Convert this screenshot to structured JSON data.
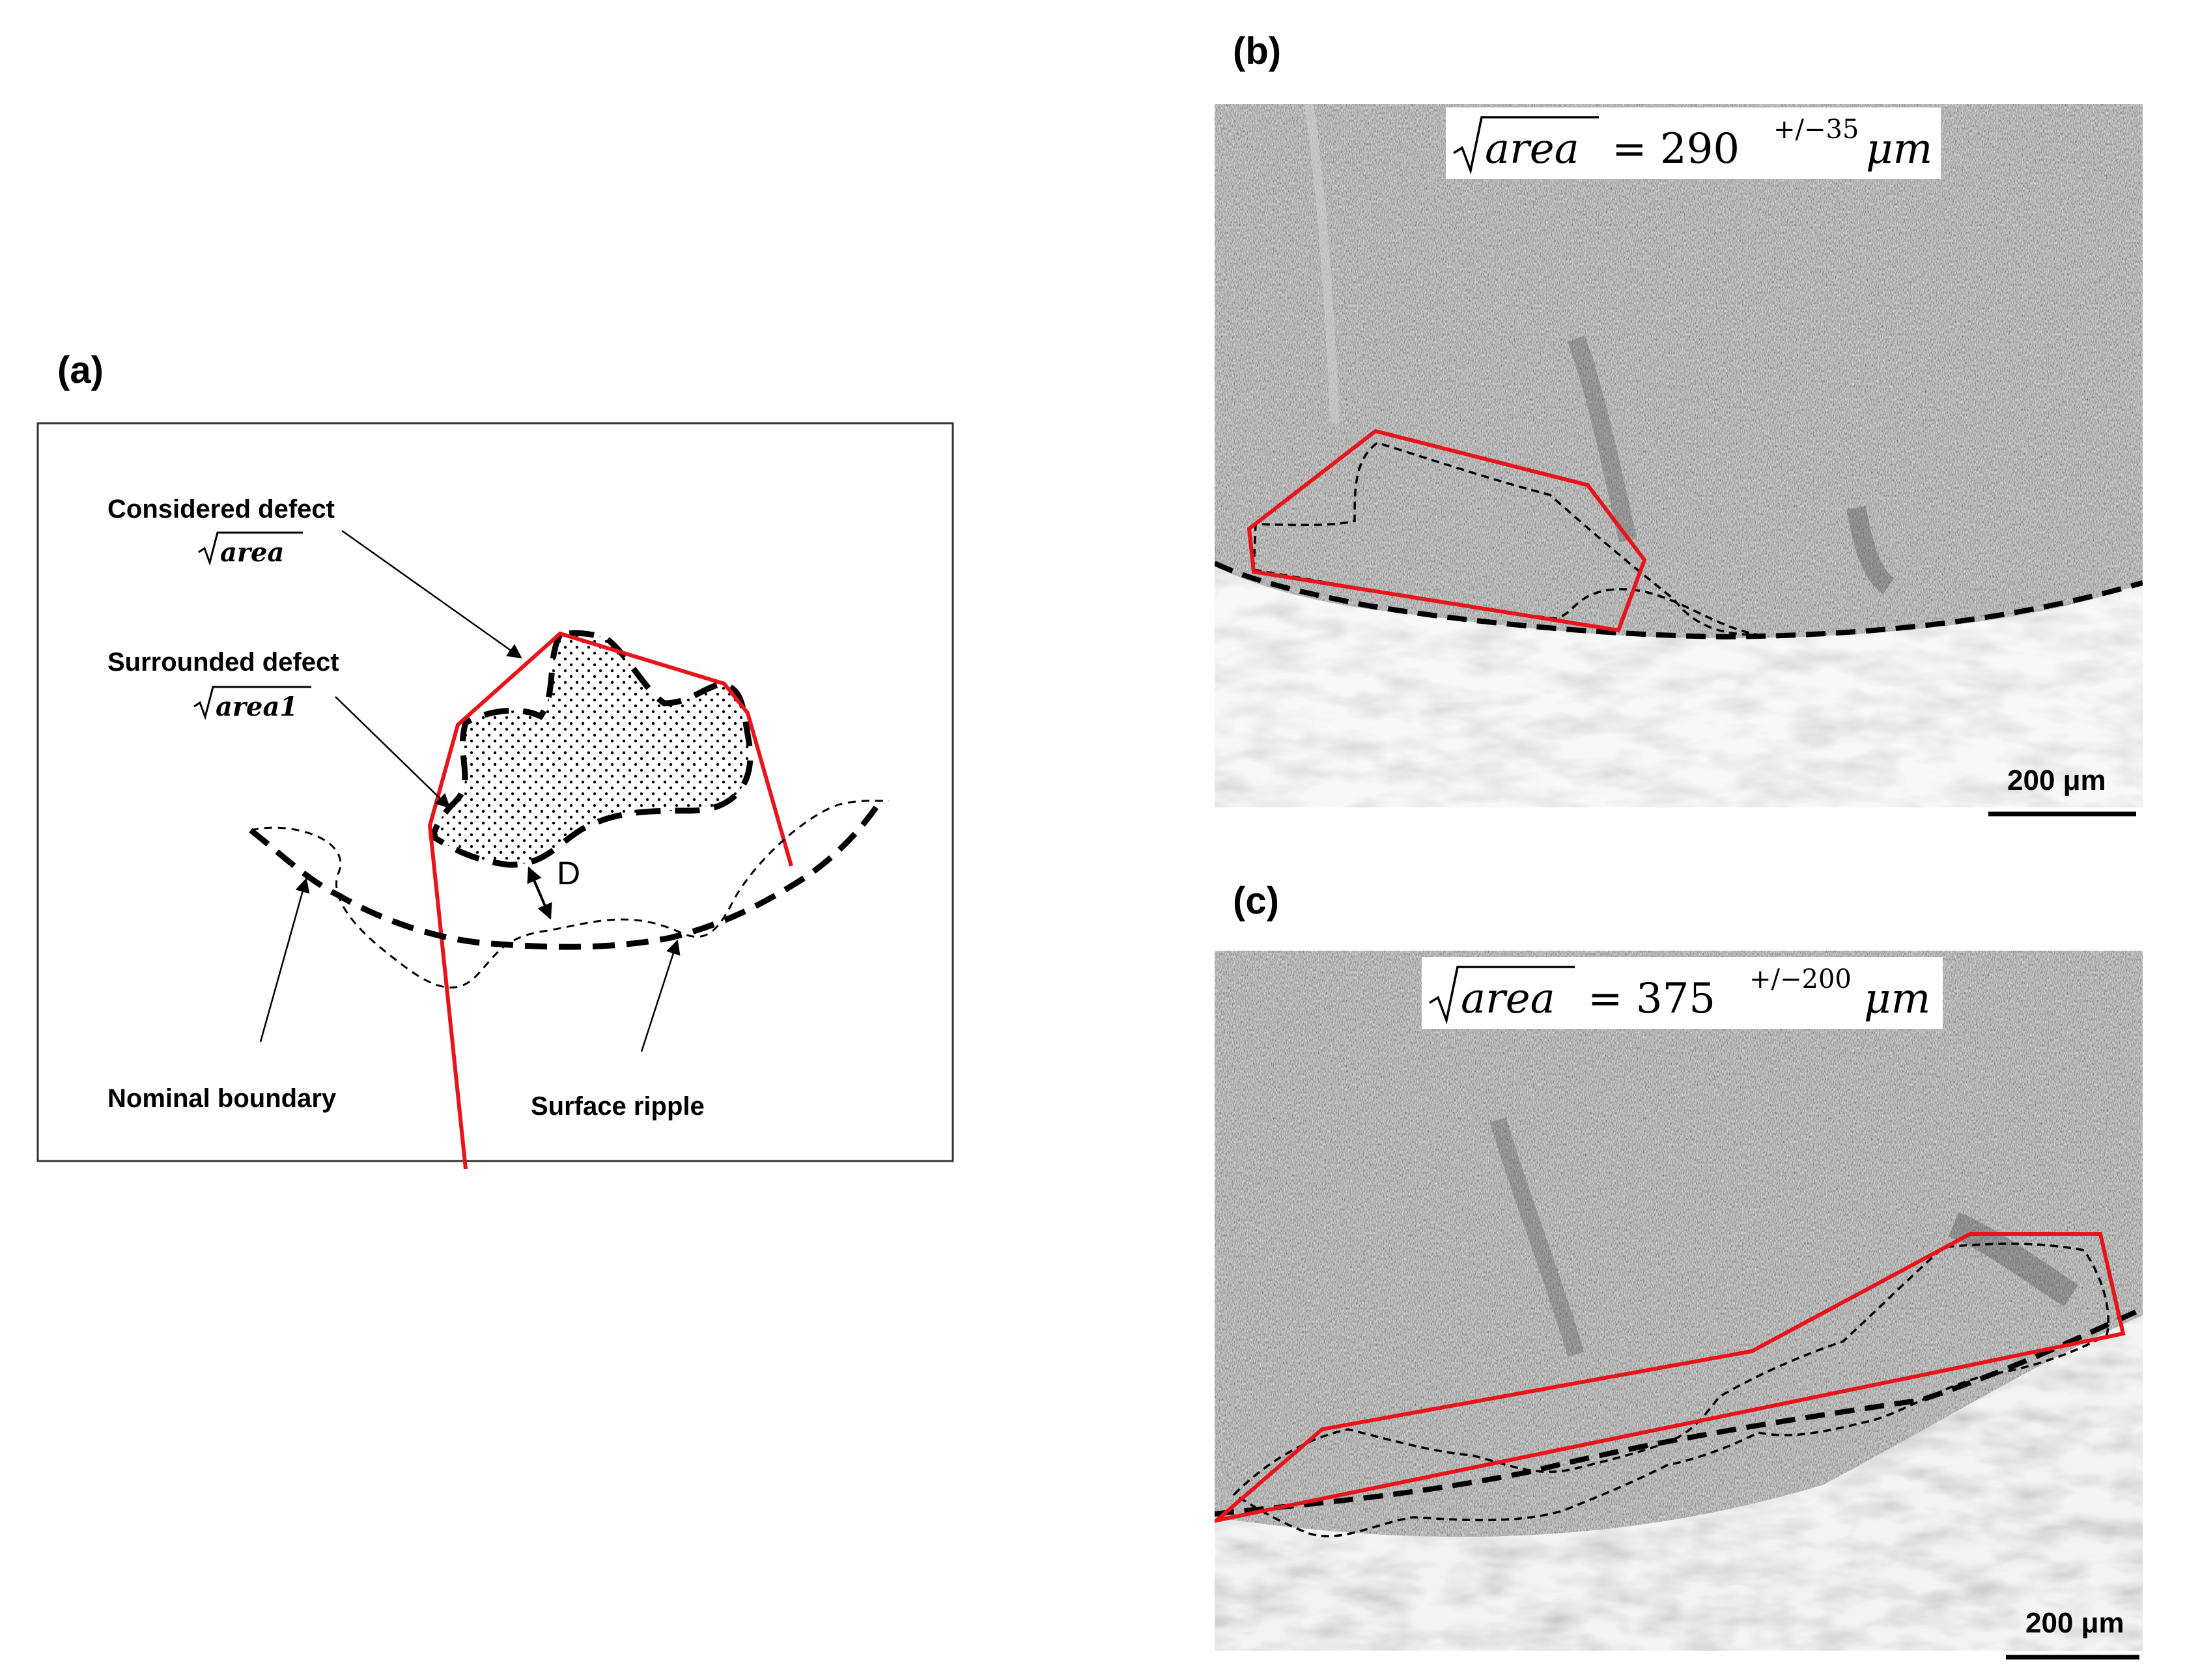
{
  "panel_a": {
    "label": "(a)",
    "considered_defect_label": "Considered defect",
    "considered_defect_formula": "area",
    "surrounded_defect_label": "Surrounded defect",
    "surrounded_defect_formula": "area1",
    "distance_label": "D",
    "nominal_boundary_label": "Nominal boundary",
    "surface_ripple_label": "Surface ripple"
  },
  "panel_b": {
    "label": "(b)",
    "formula_symbol": "area",
    "formula_value": "= 290",
    "formula_tolerance": "+/−35",
    "formula_unit": "μm",
    "scale_bar": "200 μm"
  },
  "panel_c": {
    "label": "(c)",
    "formula_symbol": "area",
    "formula_value": "= 375",
    "formula_tolerance": "+/−200",
    "formula_unit": "μm",
    "scale_bar": "200 μm"
  },
  "colors": {
    "defect_outline": "#e8141c",
    "boundary": "#000000",
    "sem_gray": "#8a8a8a",
    "sem_light": "#e6e6e6"
  }
}
